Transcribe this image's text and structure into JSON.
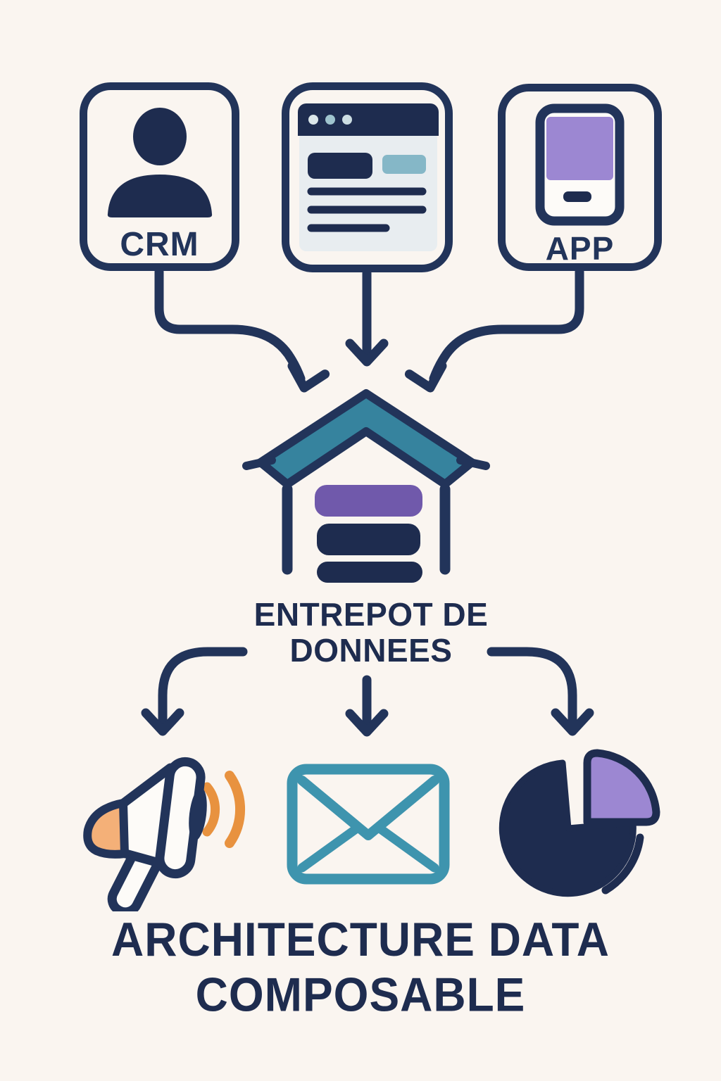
{
  "colors": {
    "bg": "#faf5f0",
    "navy": "#22345a",
    "navy-dark": "#1e2c4f",
    "teal": "#36839e",
    "teal-light": "#3e94ae",
    "purple": "#7059ab",
    "purple-light": "#9c87d2",
    "orange": "#e8923f",
    "orange-light": "#f4b078",
    "panel": "#e8edf0",
    "teal-block": "#85b7c7",
    "paper": "#fdfbf8"
  },
  "sources": [
    {
      "id": "crm",
      "label": "CRM",
      "icon": "user-icon"
    },
    {
      "id": "web",
      "label": "",
      "icon": "browser-icon"
    },
    {
      "id": "app",
      "label": "APP",
      "icon": "smartphone-icon"
    }
  ],
  "warehouse": {
    "icon": "warehouse-icon",
    "label_line1": "ENTREPOT DE",
    "label_line2": "DONNEES"
  },
  "outputs": [
    {
      "id": "marketing",
      "icon": "megaphone-icon"
    },
    {
      "id": "email",
      "icon": "envelope-icon"
    },
    {
      "id": "analytics",
      "icon": "pie-chart-icon"
    }
  ],
  "title": {
    "line1": "ARCHITECTURE DATA",
    "line2": "COMPOSABLE"
  }
}
